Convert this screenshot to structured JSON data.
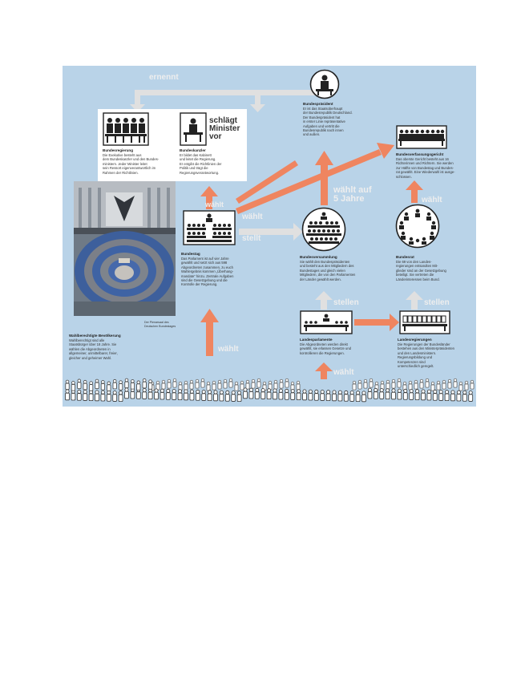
{
  "arrows": {
    "ernennt": "ernennt",
    "waehlt_bundeskanzler": "wählt",
    "waehlt_bundesverfassungsgericht": "wählt",
    "stellt": "stellt",
    "waehlt_auf_5_jahre": "wählt auf 5 Jahre",
    "waehlt_bundesrat": "wählt",
    "stellen_landesparlamente": "stellen",
    "stellen_landesregierungen": "stellen",
    "waehlt_bundestag": "wählt",
    "waehlt_landesparlamente": "wählt"
  },
  "schlaegt_minister_vor": "schlägt\nMinister\nvor",
  "organs": {
    "bundespraesident": {
      "title": "Bundespräsident",
      "text": "Er ist das Staatsoberhaupt\nder Bundesrepublik Deutschland.\nDer Bundespräsident hat\nin erster Linie repräsentative\nAufgaben und vertritt die\nBundesrepublik nach innen\nund außen."
    },
    "bundesregierung": {
      "title": "Bundesregierung",
      "text": "Die Exekutive besteht aus\ndem Bundeskanzler und den Bundes-\nministern. Jeder Minister leitet\nsein Ressort eigenverantwortlich im\nRahmen der Richtlinien."
    },
    "bundeskanzler": {
      "title": "Bundeskanzler",
      "text": "Er bildet das Kabinett\nund leitet die Regierung.\nEr entgibt die Richtlinien der\nPolitik und trägt die\nRegierungsverantwortung."
    },
    "bundesverfassungsgericht": {
      "title": "Bundesverfassungsgericht",
      "text": "Das oberste Gericht besteht aus 16\nRichterinnen und Richtern. Sie werden\nzur Hälfte von Bundestag und Bundes-\nrat gewählt. Eine Wiederwahl ist ausge-\nschlossen."
    },
    "bundestag": {
      "title": "Bundestag",
      "text": "Das Parlament ist auf vier Jahre\ngewählt und setzt sich aus 598\nAbgeordneten zusammen, zu euch\nWahlergebnis kommen „Überhang-\nmandate“ hinzu. Zentrale Aufgaben\nsind die Gesetzgebung und die\nKontrolle der Regierung."
    },
    "bundesversammlung": {
      "title": "Bundesversammlung",
      "text": "Sie wählt den Bundespräsidenten\nund besteht aus den Mitgliedern des\nBundestages und gleich vielen\nMitgliedern, die von den Parlamenten\nder Länder gewählt werden."
    },
    "bundesrat": {
      "title": "Bundesrat",
      "text": "Die 69 von den Landes-\nregierungen entsandten Mit-\nglieder sind an der Gesetzgebung\nbeteiligt. Sie vertreten die\nLänderinteressen beim Bund."
    },
    "landesparlamente": {
      "title": "Landesparlamente",
      "text": "Die Abgeordneten werden direkt\ngewählt, sie erlassen Gesetze und\nkontrollieren die Regierungen."
    },
    "landesregierungen": {
      "title": "Landesregierungen",
      "text": "Die Regierungen der Bundesländer\nbestehen aus den Ministerpräsidenten\nund den Landesministern.\nRegierungsbildung und\nKompetenzen sind\nunterschiedlich geregelt."
    },
    "bevoelkerung": {
      "title": "Wahlberechtigte Bevölkerung",
      "text": "Wahlberechtigt sind alle\nStaatsbürger über 18 Jahre. Sie\nwählen die Abgeordneten in\nallgemeiner, unmittelbarer, freier,\ngleicher und geheimer Wahl."
    }
  },
  "photo_caption": "Der Plenarsaal des\nDeutschen Bundestages",
  "colors": {
    "background": "#b9d3e8",
    "arrow_orange": "#ef8560",
    "arrow_gray": "#e0e0e0",
    "panel_white": "#ffffff",
    "icon_dark": "#222222"
  }
}
